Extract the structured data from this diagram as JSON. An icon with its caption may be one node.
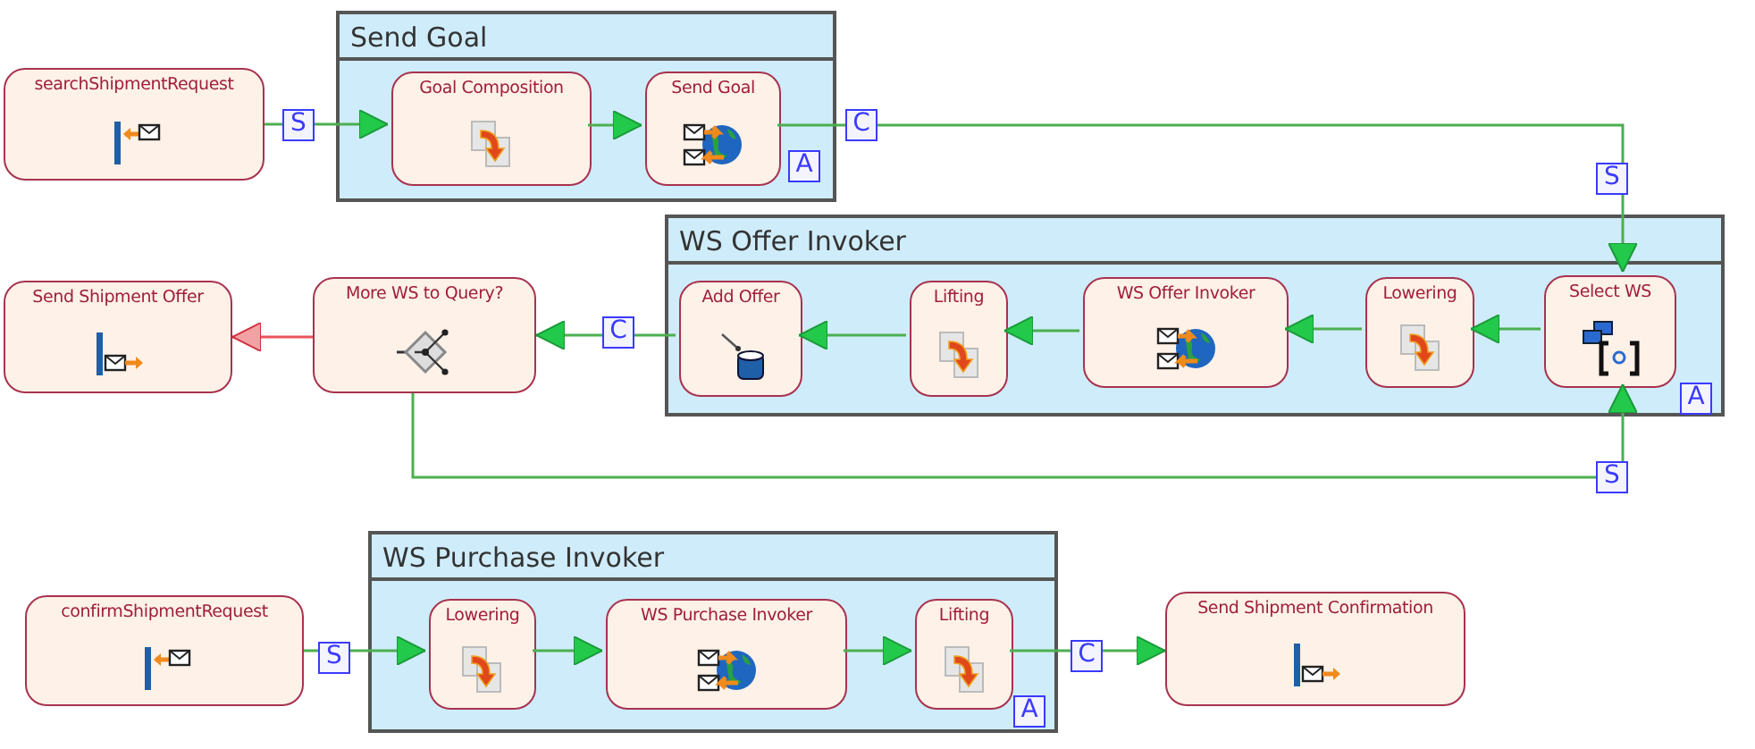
{
  "diagram": {
    "nodes": [
      {
        "text": [
          "searchShipmentRequest"
        ]
      },
      {
        "text": [
          "Send Goal"
        ]
      },
      {
        "text": [
          "Goal Composition"
        ],
        "in": 1
      },
      {
        "text": [
          "Send Goal"
        ],
        "in": 1
      },
      {
        "text": [
          "WS Offer Invoker"
        ]
      },
      {
        "text": [
          "Select WS"
        ],
        "in": 4
      },
      {
        "text": [
          "Lowering"
        ],
        "in": 4
      },
      {
        "text": [
          "WS Offer Invoker"
        ],
        "in": 4
      },
      {
        "text": [
          "Lifting"
        ],
        "in": 4
      },
      {
        "text": [
          "Add Offer"
        ],
        "in": 4
      },
      {
        "text": [
          "More WS to Query?"
        ]
      },
      {
        "text": [
          "Send Shipment Offer"
        ]
      },
      {
        "text": [
          "WS Purchase Invoker"
        ]
      },
      {
        "text": [
          "confirmShipmentRequest"
        ]
      },
      {
        "text": [
          "Lowering"
        ],
        "in": 12
      },
      {
        "text": [
          "WS Purchase Invoker"
        ],
        "in": 12
      },
      {
        "text": [
          "Lifting"
        ],
        "in": 12
      },
      {
        "text": [
          "Send Shipment Confirmation"
        ]
      }
    ],
    "edges": [
      {
        "from": 0,
        "to": 2,
        "arrow": "to"
      },
      {
        "from": 2,
        "to": 3,
        "arrow": "to"
      },
      {
        "from": 3,
        "to": 5,
        "arrow": "to"
      },
      {
        "from": 5,
        "to": 6,
        "arrow": "to"
      },
      {
        "from": 6,
        "to": 7,
        "arrow": "to"
      },
      {
        "from": 7,
        "to": 8,
        "arrow": "to"
      },
      {
        "from": 8,
        "to": 9,
        "arrow": "to"
      },
      {
        "from": 9,
        "to": 10,
        "arrow": "to"
      },
      {
        "from": 10,
        "to": 11,
        "arrow": "to",
        "color": "#e8555a"
      },
      {
        "from": 10,
        "to": 5,
        "arrow": "to"
      },
      {
        "from": 13,
        "to": 14,
        "arrow": "to"
      },
      {
        "from": 14,
        "to": 15,
        "arrow": "to"
      },
      {
        "from": 15,
        "to": 16,
        "arrow": "to"
      },
      {
        "from": 16,
        "to": 17,
        "arrow": "to"
      }
    ],
    "labels": [
      "S",
      "C",
      "A",
      "S",
      "C",
      "A",
      "S",
      "S",
      "C",
      "A"
    ]
  }
}
